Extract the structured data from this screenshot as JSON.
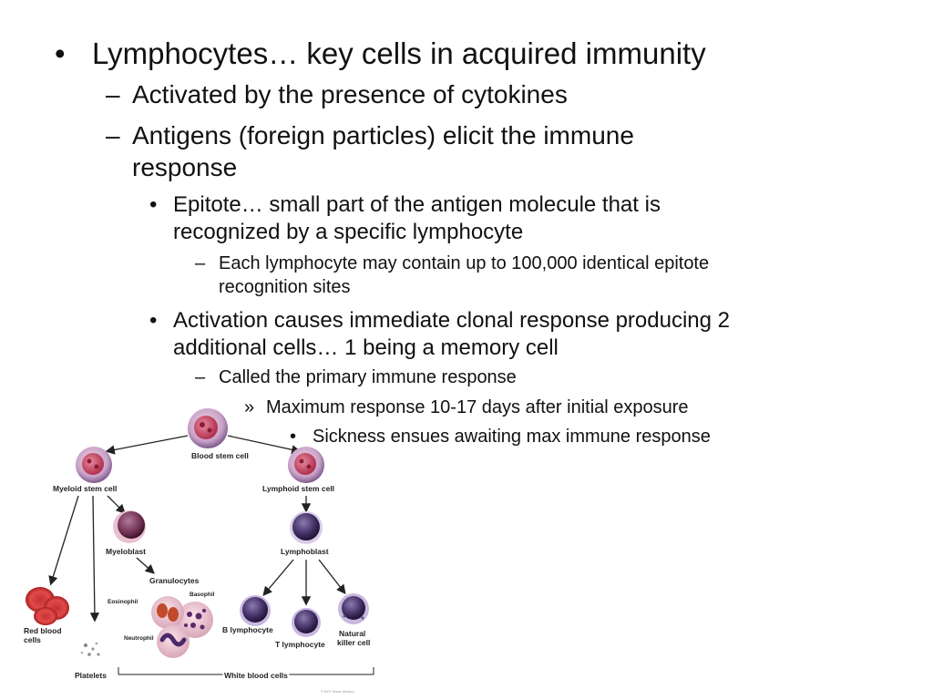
{
  "bullets": {
    "b1": {
      "marker": "•",
      "text": "Lymphocytes… key cells in acquired immunity"
    },
    "b2": {
      "marker": "–",
      "text": "Activated by the presence of cytokines"
    },
    "b3": {
      "marker": "–",
      "text_line1": "Antigens (foreign particles) elicit the immune",
      "text_line2": "response"
    },
    "b4": {
      "marker": "•",
      "text_line1": "Epitote… small part of the antigen molecule that is",
      "text_line2": "recognized by a specific lymphocyte"
    },
    "b5": {
      "marker": "–",
      "text_line1": "Each lymphocyte may contain up to 100,000 identical epitote",
      "text_line2": "recognition sites"
    },
    "b6": {
      "marker": "•",
      "text_line1": "Activation causes immediate clonal response producing 2",
      "text_line2": "additional cells… 1 being a memory cell"
    },
    "b7": {
      "marker": "–",
      "text": "Called the primary immune response"
    },
    "b8": {
      "marker": "»",
      "text": "Maximum response 10-17 days after initial exposure"
    },
    "b9": {
      "marker": "•",
      "text": "Sickness ensues awaiting max immune response"
    }
  },
  "diagram": {
    "blood_stem_cell": "Blood stem cell",
    "myeloid_stem_cell": "Myeloid stem cell",
    "lymphoid_stem_cell": "Lymphoid stem cell",
    "myeloblast": "Myeloblast",
    "lymphoblast": "Lymphoblast",
    "granulocytes": "Granulocytes",
    "eosinophil": "Eosinophil",
    "basophil": "Basophil",
    "neutrophil": "Neutrophil",
    "red_blood_cells_1": "Red blood",
    "red_blood_cells_2": "cells",
    "platelets": "Platelets",
    "b_lymphocyte": "B lymphocyte",
    "t_lymphocyte": "T lymphocyte",
    "natural_killer_1": "Natural",
    "natural_killer_2": "killer cell",
    "white_blood_cells": "White blood cells",
    "copyright": "© 2007 Terese Winslow"
  }
}
